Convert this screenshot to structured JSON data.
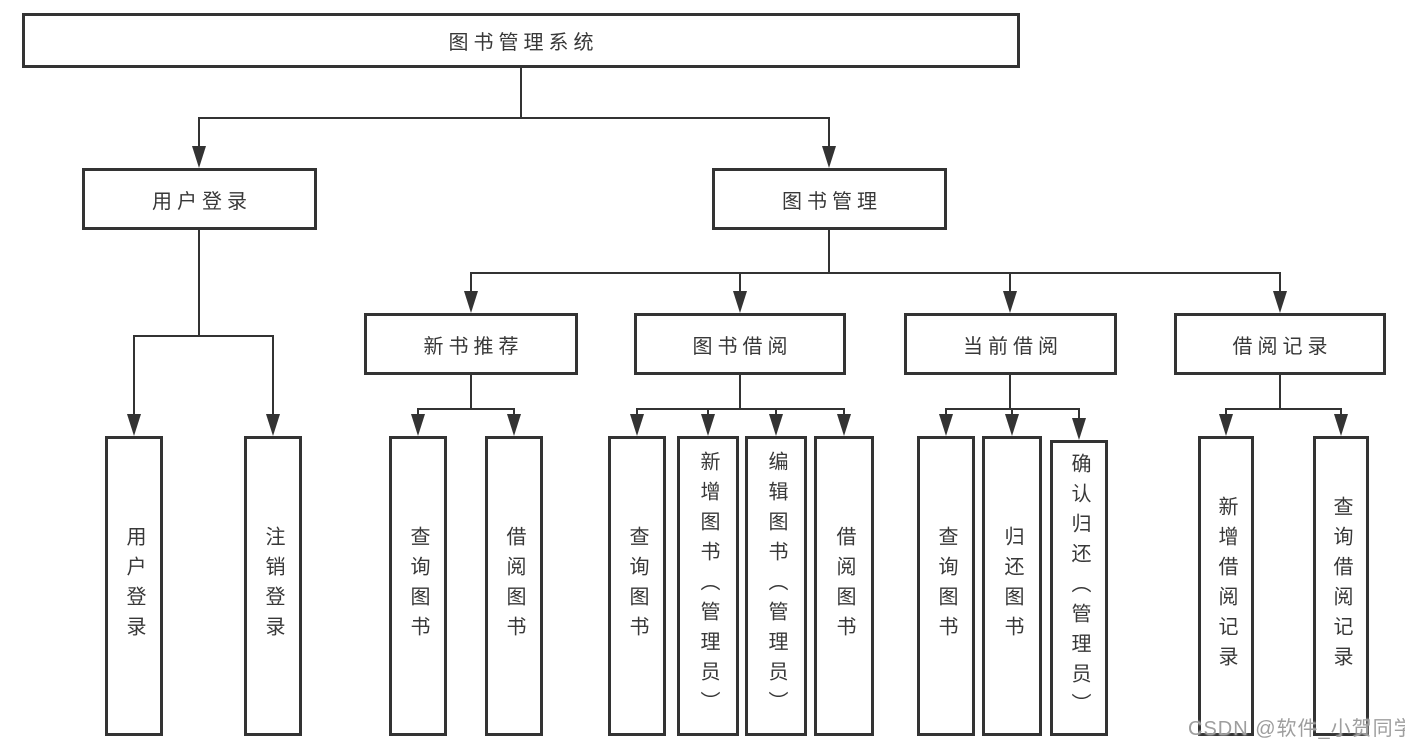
{
  "nodes": {
    "root": "图书管理系统",
    "user_login": "用户登录",
    "book_mgmt": "图书管理",
    "new_book_rec": "新书推荐",
    "book_borrow": "图书借阅",
    "current_borrow": "当前借阅",
    "borrow_record": "借阅记录",
    "leaf_user_login": "用户登录",
    "leaf_logout": "注销登录",
    "nbr_query": "查询图书",
    "nbr_borrow": "借阅图书",
    "bb_query": "查询图书",
    "bb_add": "新增图书（管理员）",
    "bb_edit": "编辑图书（管理员）",
    "bb_borrow": "借阅图书",
    "cb_query": "查询图书",
    "cb_return": "归还图书",
    "cb_confirm": "确认归还（管理员）",
    "br_add": "新增借阅记录",
    "br_query": "查询借阅记录"
  },
  "watermark": "CSDN @软件_小贺同学",
  "colors": {
    "line": "#333333",
    "text": "#383838",
    "watermark": "#9e9e9e",
    "background": "#ffffff"
  }
}
